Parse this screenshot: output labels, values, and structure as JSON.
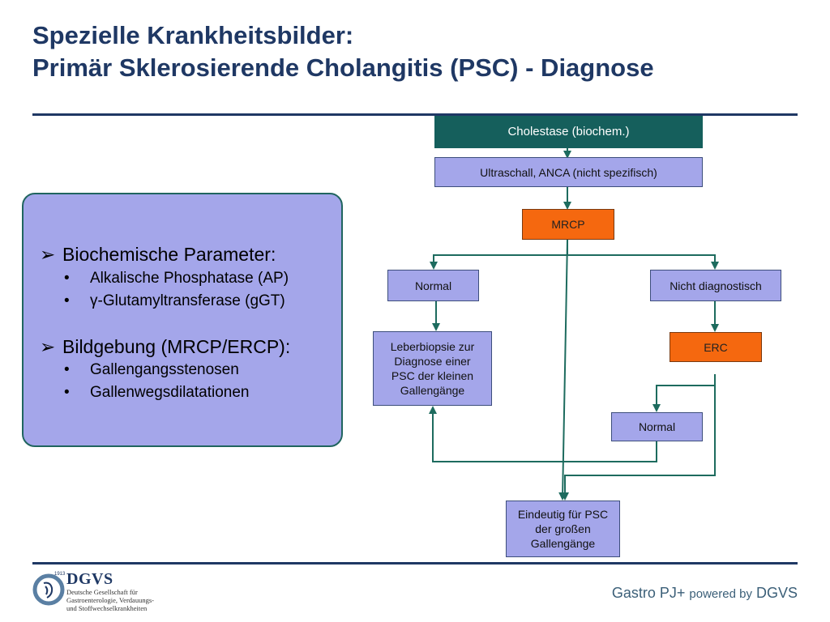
{
  "title": {
    "line1": "Spezielle Krankheitsbilder:",
    "line2": "Primär Sklerosierende Cholangitis (PSC) - Diagnose"
  },
  "panel": {
    "sections": [
      {
        "heading": "Biochemische Parameter:",
        "bullets": [
          "Alkalische Phosphatase (AP)",
          "γ-Glutamyltransferase (gGT)"
        ]
      },
      {
        "heading": "Bildgebung (MRCP/ERCP):",
        "bullets": [
          "Gallengangsstenosen",
          "Gallenwegsdilatationen"
        ]
      }
    ]
  },
  "flow": {
    "cholestase": "Cholestase (biochem.)",
    "ultraschall": "Ultraschall, ANCA (nicht spezifisch)",
    "mrcp": "MRCP",
    "normal_left": "Normal",
    "nicht_diagnostisch": "Nicht diagnostisch",
    "leberbiopsie": "Leberbiopsie zur Diagnose einer PSC der kleinen Gallengänge",
    "erc": "ERC",
    "normal_right": "Normal",
    "eindeutig": "Eindeutig für PSC der großen Gallengänge"
  },
  "colors": {
    "navy": "#1f3864",
    "teal": "#155f5c",
    "lilac": "#a4a6ea",
    "orange": "#f5680f",
    "line": "#1d6b5e"
  },
  "footer": {
    "brand": "Gastro PJ+",
    "powered": "powered by",
    "org": "DGVS"
  },
  "logo": {
    "name": "DGVS",
    "year": "1913",
    "subtitle": "Deutsche Gesellschaft für Gastroenterologie, Verdauungs- und Stoffwechselkrankheiten"
  }
}
